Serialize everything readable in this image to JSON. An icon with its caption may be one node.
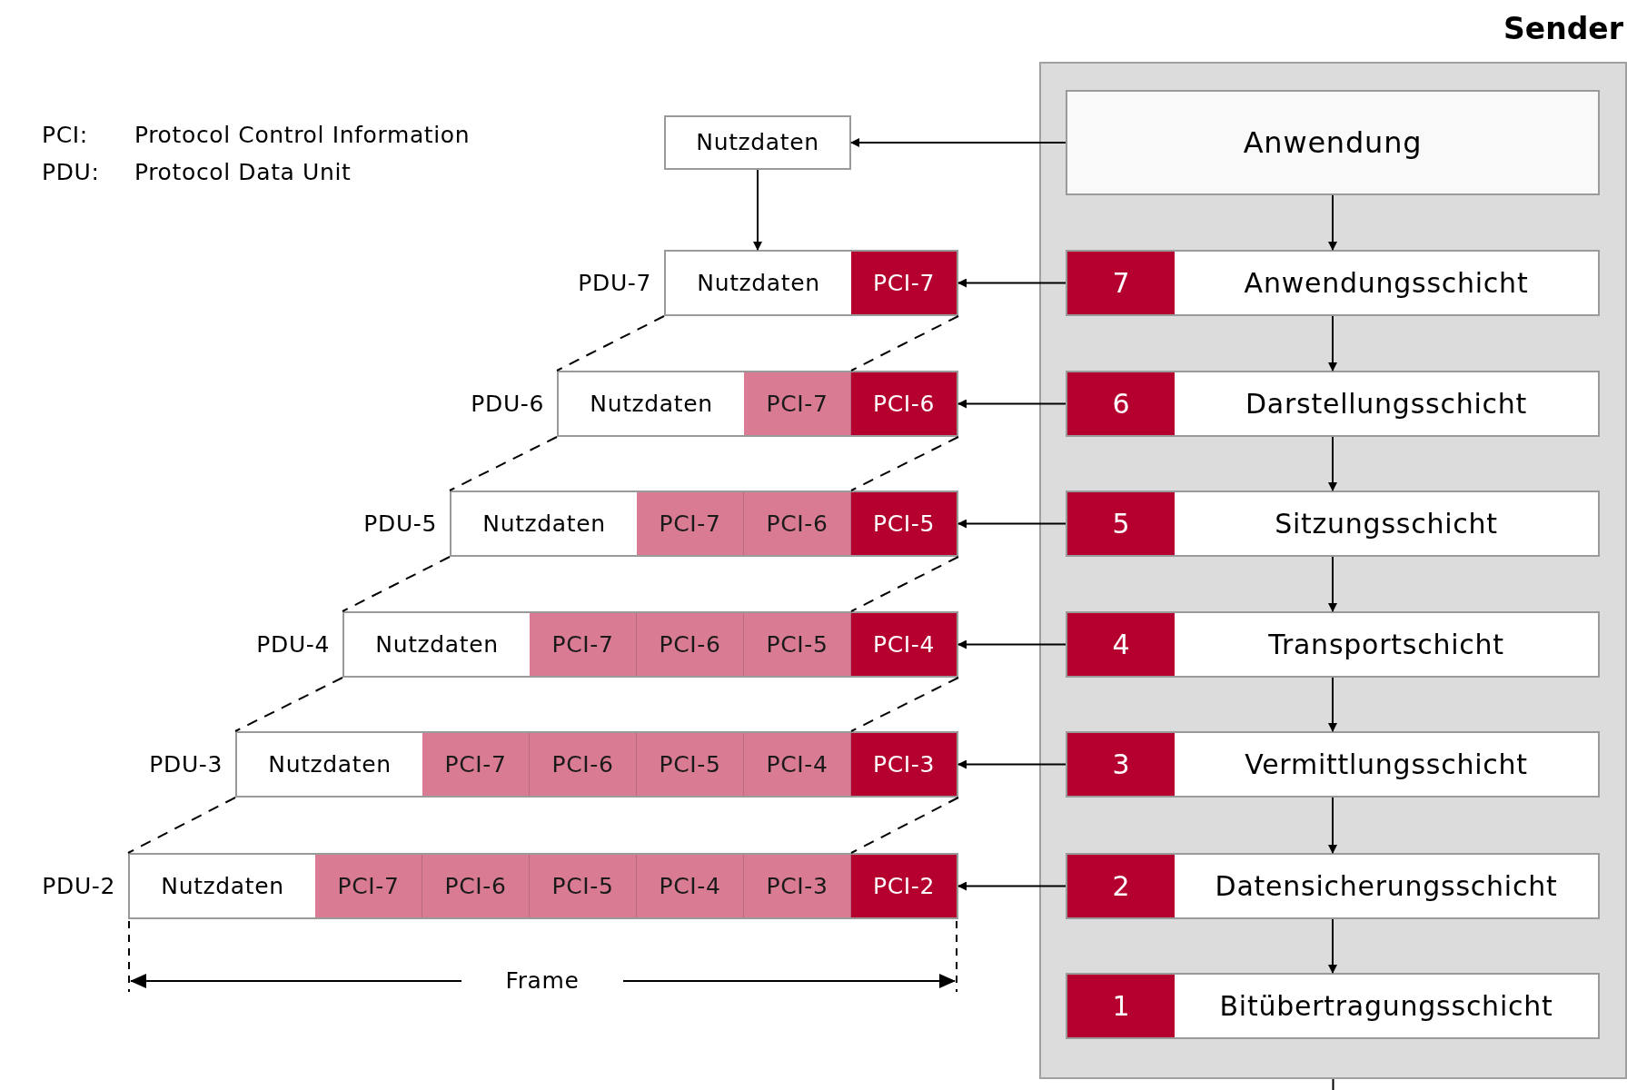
{
  "diagram": {
    "nodes": [
      {
        "text": [
          "Sender"
        ]
      },
      {
        "text": [
          "Anwendung"
        ],
        "in": 0
      },
      {
        "text": [
          "7",
          "Anwendungsschicht"
        ],
        "in": 0
      },
      {
        "text": [
          "6",
          "Darstellungsschicht"
        ],
        "in": 0
      },
      {
        "text": [
          "5",
          "Sitzungsschicht"
        ],
        "in": 0
      },
      {
        "text": [
          "4",
          "Transportschicht"
        ],
        "in": 0
      },
      {
        "text": [
          "3",
          "Vermittlungsschicht"
        ],
        "in": 0
      },
      {
        "text": [
          "2",
          "Datensicherungsschicht"
        ],
        "in": 0
      },
      {
        "text": [
          "1",
          "Bitübertragungsschicht"
        ],
        "in": 0
      },
      {
        "text": [
          "Nutzdaten"
        ]
      },
      {
        "text": [
          "Nutzdaten",
          "PCI-7"
        ],
        "beside": [
          "PDU-7"
        ]
      },
      {
        "text": [
          "Nutzdaten",
          "PCI-7",
          "PCI-6"
        ],
        "beside": [
          "PDU-6"
        ]
      },
      {
        "text": [
          "Nutzdaten",
          "PCI-7",
          "PCI-6",
          "PCI-5"
        ],
        "beside": [
          "PDU-5"
        ]
      },
      {
        "text": [
          "Nutzdaten",
          "PCI-7",
          "PCI-6",
          "PCI-5",
          "PCI-4"
        ],
        "beside": [
          "PDU-4"
        ]
      },
      {
        "text": [
          "Nutzdaten",
          "PCI-7",
          "PCI-6",
          "PCI-5",
          "PCI-4",
          "PCI-3"
        ],
        "beside": [
          "PDU-3"
        ]
      },
      {
        "text": [
          "Nutzdaten",
          "PCI-7",
          "PCI-6",
          "PCI-5",
          "PCI-4",
          "PCI-3",
          "PCI-2"
        ],
        "beside": [
          "PDU-2"
        ]
      }
    ],
    "edges": [
      {
        "from": 1,
        "to": 9,
        "arrow": "to"
      },
      {
        "from": 9,
        "to": 10,
        "arrow": "to"
      },
      {
        "from": 2,
        "to": 10,
        "arrow": "to"
      },
      {
        "from": 3,
        "to": 11,
        "arrow": "to"
      },
      {
        "from": 4,
        "to": 12,
        "arrow": "to"
      },
      {
        "from": 5,
        "to": 13,
        "arrow": "to"
      },
      {
        "from": 6,
        "to": 14,
        "arrow": "to"
      },
      {
        "from": 7,
        "to": 15,
        "arrow": "to"
      },
      {
        "from": 1,
        "to": 2,
        "arrow": "to"
      },
      {
        "from": 2,
        "to": 3,
        "arrow": "to"
      },
      {
        "from": 3,
        "to": 4,
        "arrow": "to"
      },
      {
        "from": 4,
        "to": 5,
        "arrow": "to"
      },
      {
        "from": 5,
        "to": 6,
        "arrow": "to"
      },
      {
        "from": 6,
        "to": 7,
        "arrow": "to"
      },
      {
        "from": 7,
        "to": 8,
        "arrow": "to"
      },
      {
        "from": 0,
        "to": null,
        "arrow": "none"
      },
      {
        "from": 10,
        "to": 11,
        "arrow": "none",
        "style": "dashed"
      },
      {
        "from": 10,
        "to": 11,
        "arrow": "none",
        "style": "dashed"
      },
      {
        "from": 11,
        "to": 12,
        "arrow": "none",
        "style": "dashed"
      },
      {
        "from": 11,
        "to": 12,
        "arrow": "none",
        "style": "dashed"
      },
      {
        "from": 12,
        "to": 13,
        "arrow": "none",
        "style": "dashed"
      },
      {
        "from": 12,
        "to": 13,
        "arrow": "none",
        "style": "dashed"
      },
      {
        "from": 13,
        "to": 14,
        "arrow": "none",
        "style": "dashed"
      },
      {
        "from": 13,
        "to": 14,
        "arrow": "none",
        "style": "dashed"
      },
      {
        "from": 14,
        "to": 15,
        "arrow": "none",
        "style": "dashed"
      },
      {
        "from": 14,
        "to": 15,
        "arrow": "none",
        "style": "dashed"
      }
    ],
    "labels": [
      "PCI:",
      "Protocol Control Information",
      "PDU:",
      "Protocol Data Unit",
      "Frame"
    ]
  }
}
